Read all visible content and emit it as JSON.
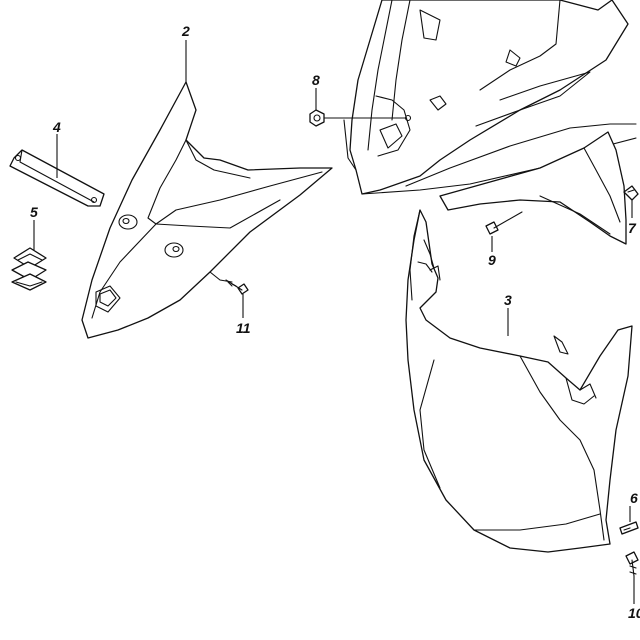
{
  "callouts": {
    "c1": "2",
    "c2": "4",
    "c3": "5",
    "c4": "8",
    "c5": "9",
    "c6": "7",
    "c7": "3",
    "c8": "11",
    "c9": "6",
    "c10": "10"
  },
  "colors": {
    "line": "#111111",
    "background": "#ffffff"
  }
}
